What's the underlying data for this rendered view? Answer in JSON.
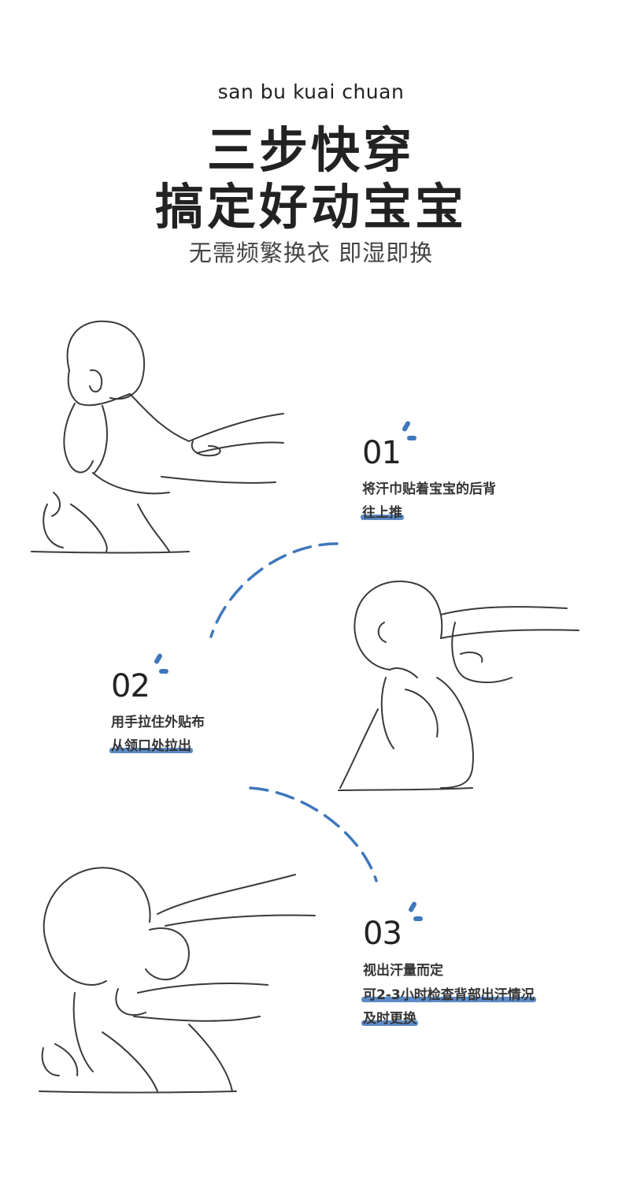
{
  "header": {
    "pinyin": "san  bu  kuai chuan",
    "title_line1": "三步快穿",
    "title_line2": "搞定好动宝宝",
    "subtitle": "无需频繁换衣 即湿即换"
  },
  "steps": [
    {
      "number": "01",
      "line1": "将汗巾贴着宝宝的后背",
      "line2": "往上推"
    },
    {
      "number": "02",
      "line1": "用手拉住外贴布",
      "line2": "从领口处拉出"
    },
    {
      "number": "03",
      "line1": "视出汗量而定",
      "line2": "可2-3小时检查背部出汗情况",
      "line3": "及时更换"
    }
  ],
  "colors": {
    "accent": "#3f77bd",
    "ink": "#222222",
    "sketch": "#3a3a3a"
  }
}
